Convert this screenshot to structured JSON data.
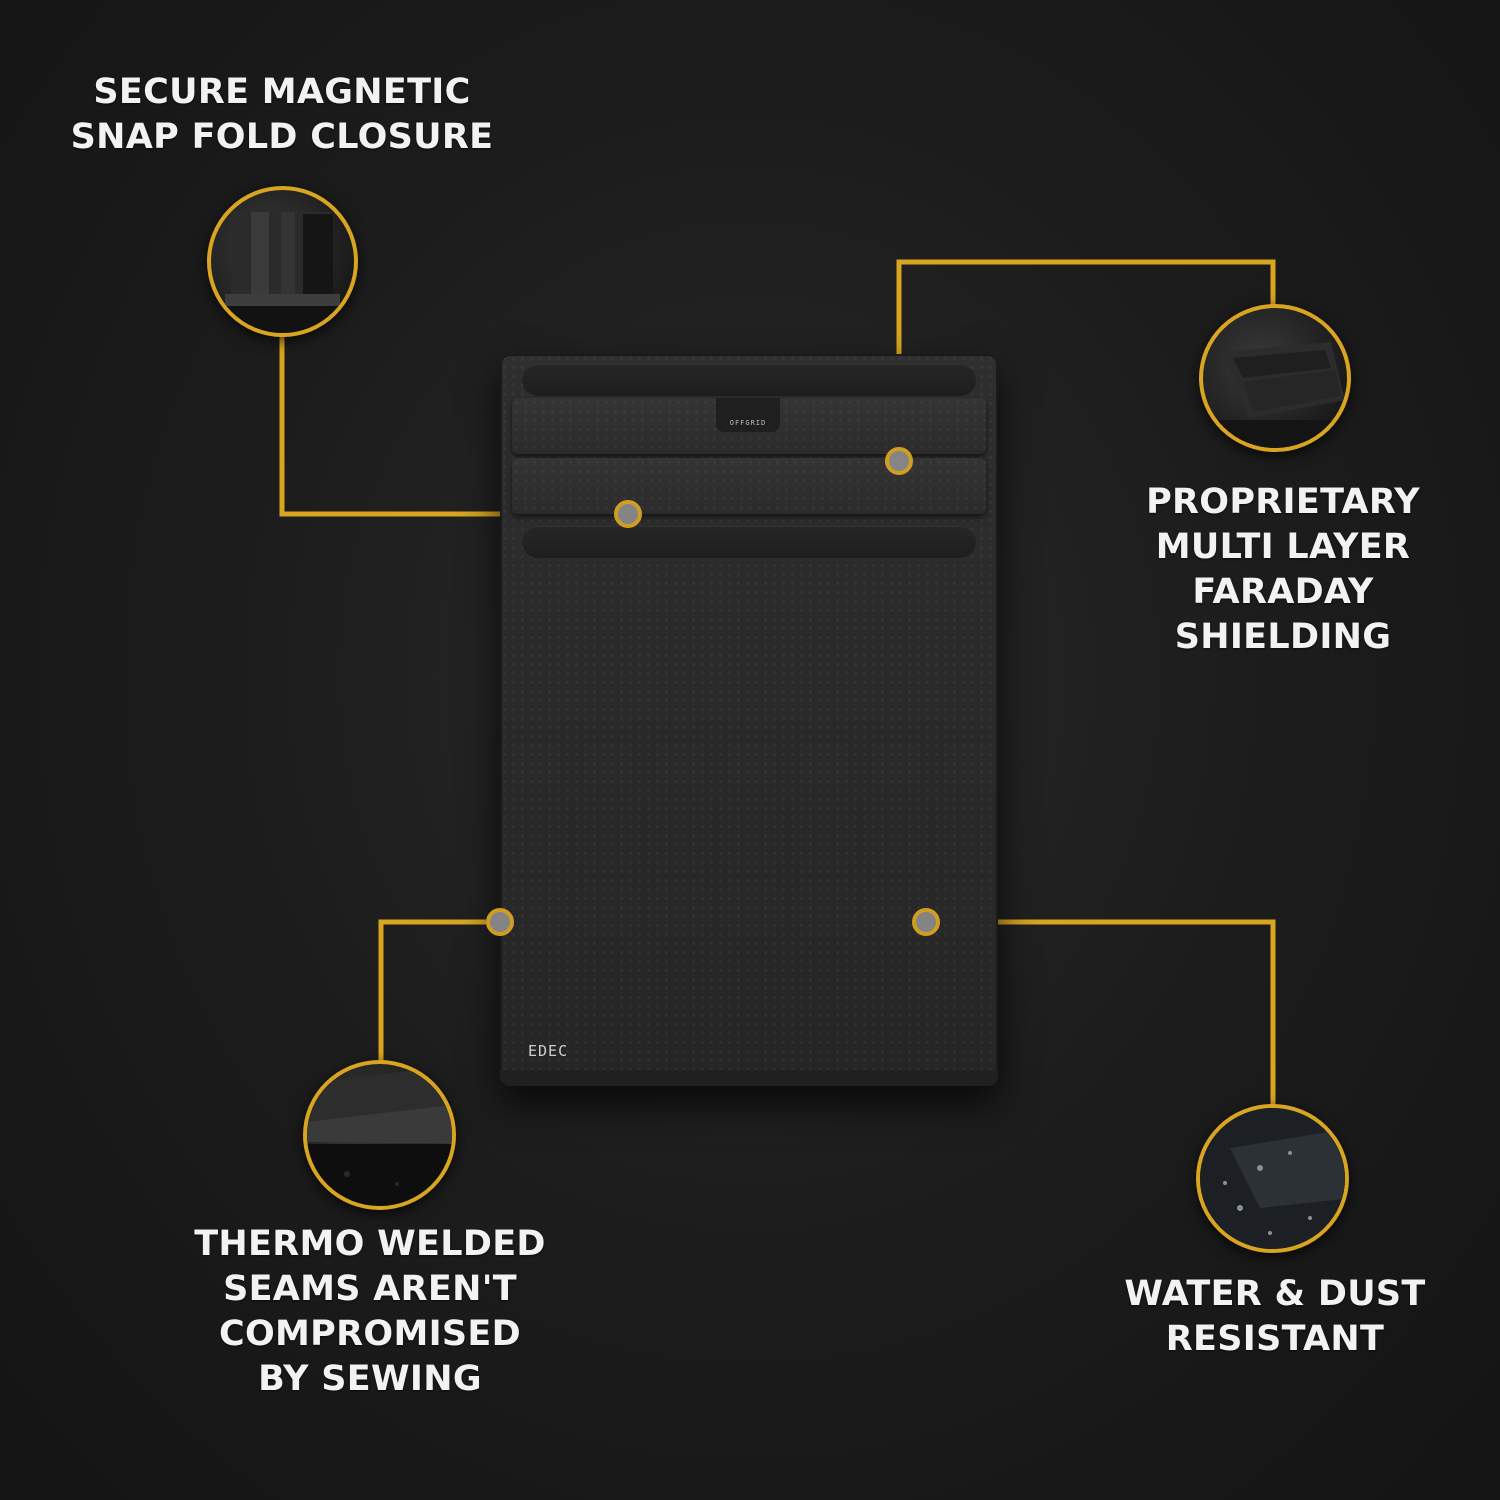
{
  "features": [
    {
      "id": "closure",
      "lines": [
        "SECURE MAGNETIC",
        "SNAP FOLD CLOSURE"
      ],
      "icon": "magnetic-closure-detail"
    },
    {
      "id": "shielding",
      "lines": [
        "PROPRIETARY",
        "MULTI LAYER",
        "FARADAY",
        "SHIELDING"
      ],
      "icon": "card-pocket-detail"
    },
    {
      "id": "seams",
      "lines": [
        "THERMO WELDED",
        "SEAMS AREN'T",
        "COMPROMISED",
        "BY SEWING"
      ],
      "icon": "welded-seam-detail"
    },
    {
      "id": "water",
      "lines": [
        "WATER & DUST",
        "RESISTANT"
      ],
      "icon": "water-droplets-detail"
    }
  ],
  "product": {
    "tab_text": "OFFGRID",
    "brand_text": "EDEC"
  },
  "colors": {
    "accent": "#d9a521",
    "background": "#1b1b1b",
    "text": "#f2f2f2"
  }
}
